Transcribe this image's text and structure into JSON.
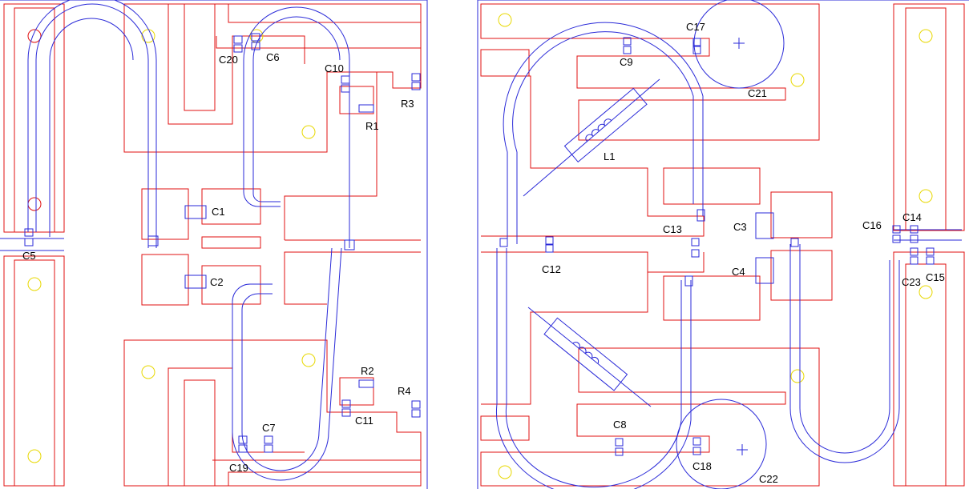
{
  "labels": {
    "c5": "C5",
    "c20": "C20",
    "c6": "C6",
    "c10": "C10",
    "r3": "R3",
    "r1": "R1",
    "c1": "C1",
    "c2": "C2",
    "r2": "R2",
    "r4": "R4",
    "c11": "C11",
    "c7": "C7",
    "c19": "C19",
    "c17": "C17",
    "c9": "C9",
    "c21": "C21",
    "l1": "L1",
    "c16": "C16",
    "c14": "C14",
    "c13": "C13",
    "c3": "C3",
    "c12": "C12",
    "c4": "C4",
    "c23": "C23",
    "c15": "C15",
    "c8": "C8",
    "c18": "C18",
    "c22": "C22"
  },
  "colors": {
    "copper_outline": "#e01010",
    "plated_area": "#fff6c8",
    "via_dots": "#e8d800",
    "coax_and_pads": "#2a2ad8"
  }
}
